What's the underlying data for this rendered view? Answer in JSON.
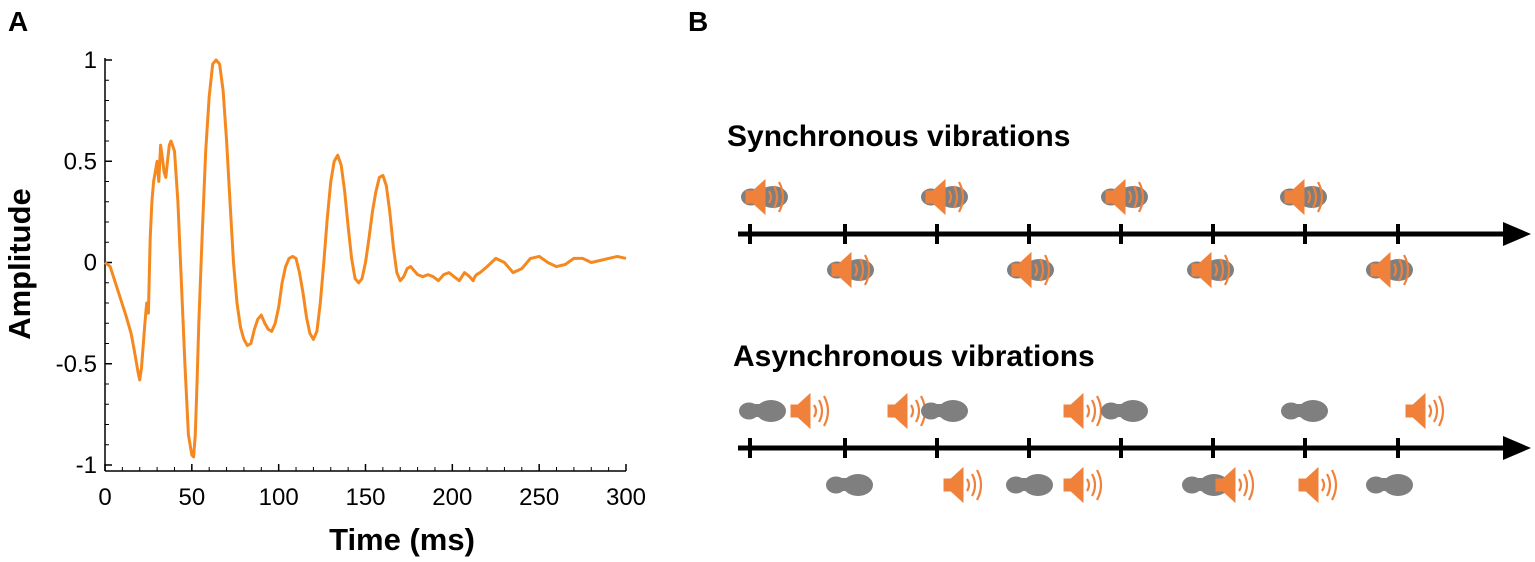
{
  "panels": {
    "a_label": "A",
    "b_label": "B"
  },
  "chart_data": {
    "type": "line",
    "title": "",
    "xlabel": "Time (ms)",
    "ylabel": "Amplitude",
    "xlim": [
      0,
      300
    ],
    "ylim": [
      -1,
      1
    ],
    "xticks": [
      "0",
      "50",
      "100",
      "150",
      "200",
      "250",
      "300"
    ],
    "yticks": [
      "1",
      "0.5",
      "0",
      "-0.5",
      "-1"
    ],
    "grid": false,
    "line_color": "#f5891f",
    "series": [
      {
        "x": [
          0,
          3,
          6,
          9,
          12,
          15,
          17,
          19,
          20,
          21,
          23,
          24,
          25,
          26,
          27,
          28,
          29,
          30,
          31,
          32,
          33,
          34,
          35,
          36,
          37,
          38,
          40,
          42,
          44,
          46,
          48,
          50,
          51,
          52,
          53,
          54,
          56,
          58,
          60,
          62,
          64,
          66,
          68,
          70,
          72,
          74,
          76,
          78,
          80,
          82,
          84,
          86,
          88,
          90,
          92,
          94,
          96,
          98,
          100,
          102,
          104,
          106,
          108,
          110,
          112,
          114,
          116,
          118,
          120,
          122,
          124,
          126,
          128,
          130,
          132,
          134,
          136,
          138,
          140,
          142,
          144,
          146,
          148,
          150,
          152,
          154,
          156,
          158,
          160,
          162,
          164,
          166,
          168,
          170,
          172,
          174,
          176,
          178,
          180,
          183,
          186,
          189,
          192,
          195,
          198,
          201,
          204,
          207,
          210,
          212,
          213,
          214,
          216,
          220,
          225,
          230,
          235,
          240,
          245,
          250,
          255,
          260,
          265,
          270,
          275,
          280,
          285,
          290,
          295,
          300
        ],
        "values": [
          0,
          -0.02,
          -0.1,
          -0.18,
          -0.26,
          -0.35,
          -0.44,
          -0.54,
          -0.58,
          -0.52,
          -0.3,
          -0.2,
          -0.25,
          0.12,
          0.3,
          0.4,
          0.45,
          0.5,
          0.4,
          0.58,
          0.52,
          0.45,
          0.42,
          0.5,
          0.58,
          0.6,
          0.55,
          0.3,
          -0.1,
          -0.5,
          -0.85,
          -0.95,
          -0.96,
          -0.85,
          -0.6,
          -0.3,
          0.15,
          0.55,
          0.82,
          0.98,
          1.0,
          0.98,
          0.85,
          0.6,
          0.3,
          0.0,
          -0.2,
          -0.32,
          -0.38,
          -0.41,
          -0.4,
          -0.33,
          -0.28,
          -0.26,
          -0.3,
          -0.33,
          -0.34,
          -0.3,
          -0.22,
          -0.1,
          -0.02,
          0.02,
          0.03,
          0.02,
          -0.05,
          -0.15,
          -0.27,
          -0.35,
          -0.38,
          -0.34,
          -0.2,
          0.0,
          0.22,
          0.4,
          0.5,
          0.53,
          0.48,
          0.35,
          0.18,
          0.02,
          -0.08,
          -0.1,
          -0.08,
          0.0,
          0.12,
          0.25,
          0.35,
          0.42,
          0.43,
          0.38,
          0.25,
          0.08,
          -0.05,
          -0.09,
          -0.07,
          -0.03,
          -0.02,
          -0.04,
          -0.06,
          -0.07,
          -0.06,
          -0.07,
          -0.09,
          -0.06,
          -0.05,
          -0.07,
          -0.09,
          -0.05,
          -0.07,
          -0.09,
          -0.07,
          -0.06,
          -0.05,
          -0.02,
          0.02,
          0.0,
          -0.05,
          -0.03,
          0.02,
          0.03,
          0.0,
          -0.02,
          -0.01,
          0.02,
          0.02,
          0.0,
          0.01,
          0.02,
          0.03,
          0.02
        ]
      }
    ]
  },
  "diagram": {
    "sync_title": "Synchronous vibrations",
    "async_title": "Asynchronous vibrations",
    "colors": {
      "speaker": "#f0813a",
      "foot": "#7f7f7f",
      "axis": "#000000"
    },
    "icon_names": [
      "speaker-icon",
      "footprint-icon"
    ]
  }
}
